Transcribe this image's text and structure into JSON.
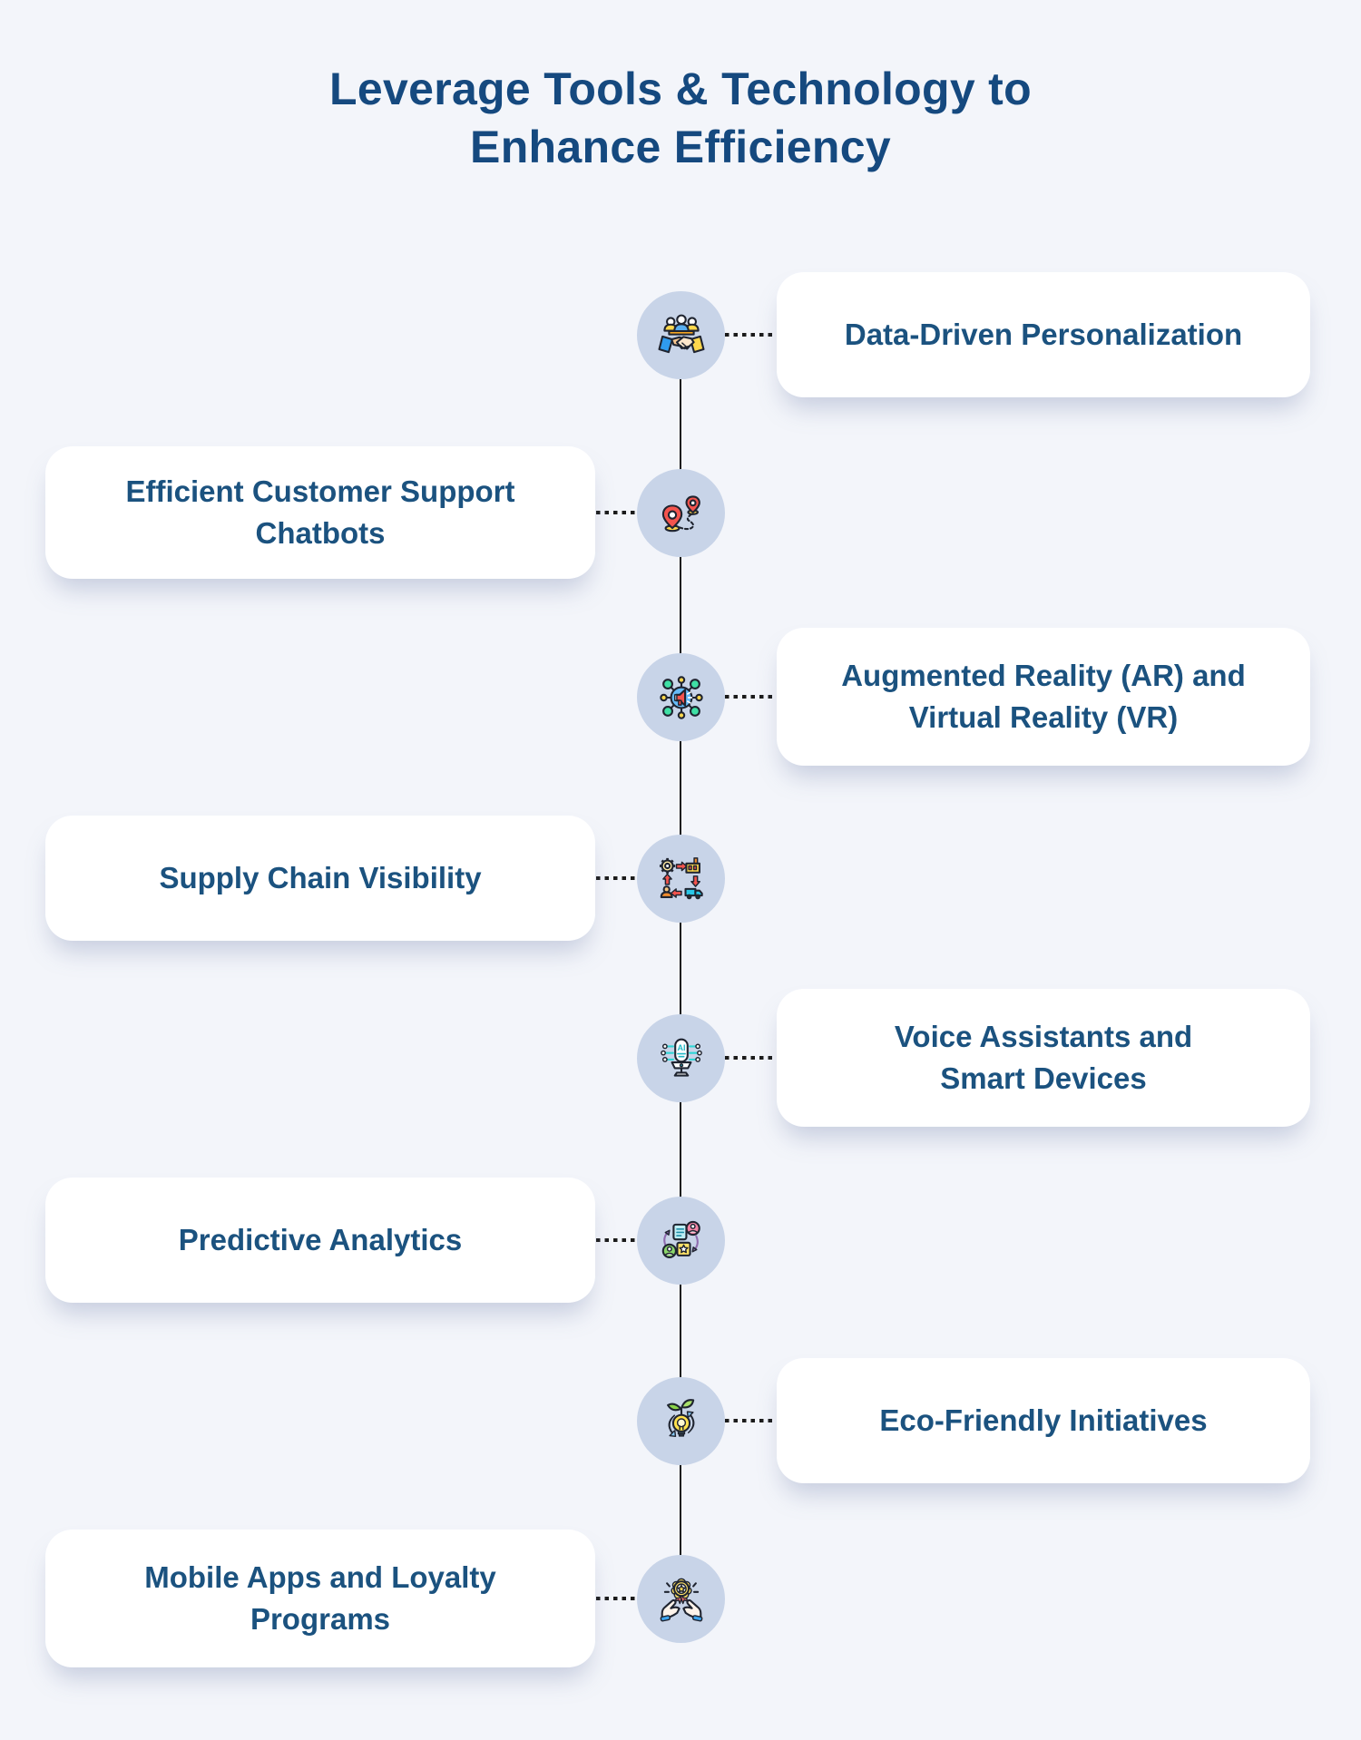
{
  "colors": {
    "background": "#f3f5fa",
    "title_text": "#15497f",
    "card_text": "#1b527f",
    "card_bg": "#ffffff",
    "node_bg": "#c8d4e8",
    "line": "#1b1b1b"
  },
  "title": {
    "line1": "Leverage Tools & Technology to",
    "line2": "Enhance Efficiency"
  },
  "timeline": {
    "items": [
      {
        "label": "Data-Driven Personalization",
        "side": "right",
        "icon": "team-handshake-icon"
      },
      {
        "label": "Efficient Customer Support\nChatbots",
        "side": "left",
        "icon": "location-route-icon"
      },
      {
        "label": "Augmented Reality (AR) and\nVirtual Reality (VR)",
        "side": "right",
        "icon": "megaphone-network-icon"
      },
      {
        "label": "Supply Chain Visibility",
        "side": "left",
        "icon": "supply-chain-cycle-icon"
      },
      {
        "label": "Voice Assistants and\nSmart Devices",
        "side": "right",
        "icon": "ai-microphone-icon"
      },
      {
        "label": "Predictive Analytics",
        "side": "left",
        "icon": "customer-feedback-icon"
      },
      {
        "label": "Eco-Friendly Initiatives",
        "side": "right",
        "icon": "eco-lightbulb-icon"
      },
      {
        "label": "Mobile Apps and Loyalty\nPrograms",
        "side": "left",
        "icon": "loyalty-badge-hands-icon"
      }
    ]
  }
}
